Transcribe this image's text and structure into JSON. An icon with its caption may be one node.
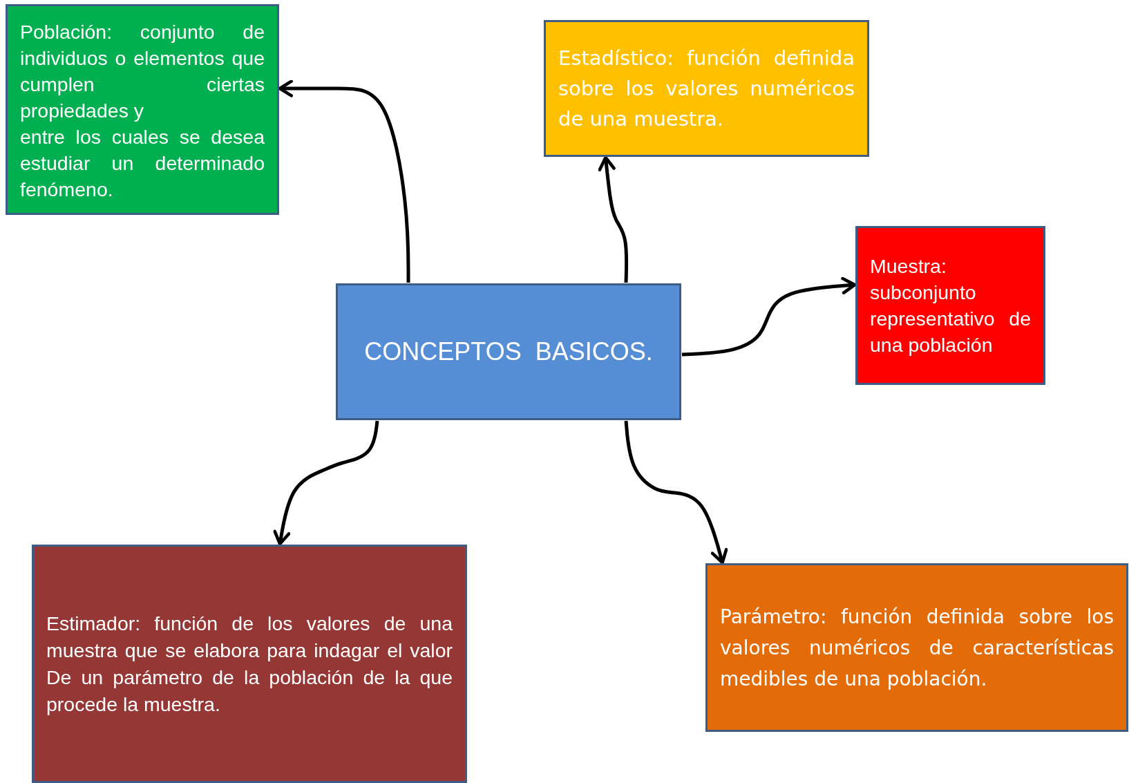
{
  "diagram": {
    "nodes": [
      {
        "text": [
          "CONCEPTOS  BASICOS."
        ]
      },
      {
        "text": [
          "Población: conjunto de individuos o elementos que cumplen ciertas propiedades y",
          "entre los cuales se desea estudiar un determinado fenómeno."
        ]
      },
      {
        "text": [
          "Estadístico: función definida sobre los valores numéricos de una muestra."
        ]
      },
      {
        "text": [
          "Muestra: subconjunto representativo de una población"
        ]
      },
      {
        "text": [
          "Estimador: función de los  valores de una muestra que se elabora para indagar el valor De un parámetro de la población de la que procede la muestra."
        ]
      },
      {
        "text": [
          "Parámetro: función definida sobre los valores numéricos de características medibles de una población."
        ]
      }
    ],
    "edges": [
      {
        "from": 0,
        "to": 1,
        "arrow": "to"
      },
      {
        "from": 0,
        "to": 2,
        "arrow": "to"
      },
      {
        "from": 0,
        "to": 3,
        "arrow": "to"
      },
      {
        "from": 0,
        "to": 4,
        "arrow": "to"
      },
      {
        "from": 0,
        "to": 5,
        "arrow": "to"
      }
    ]
  }
}
